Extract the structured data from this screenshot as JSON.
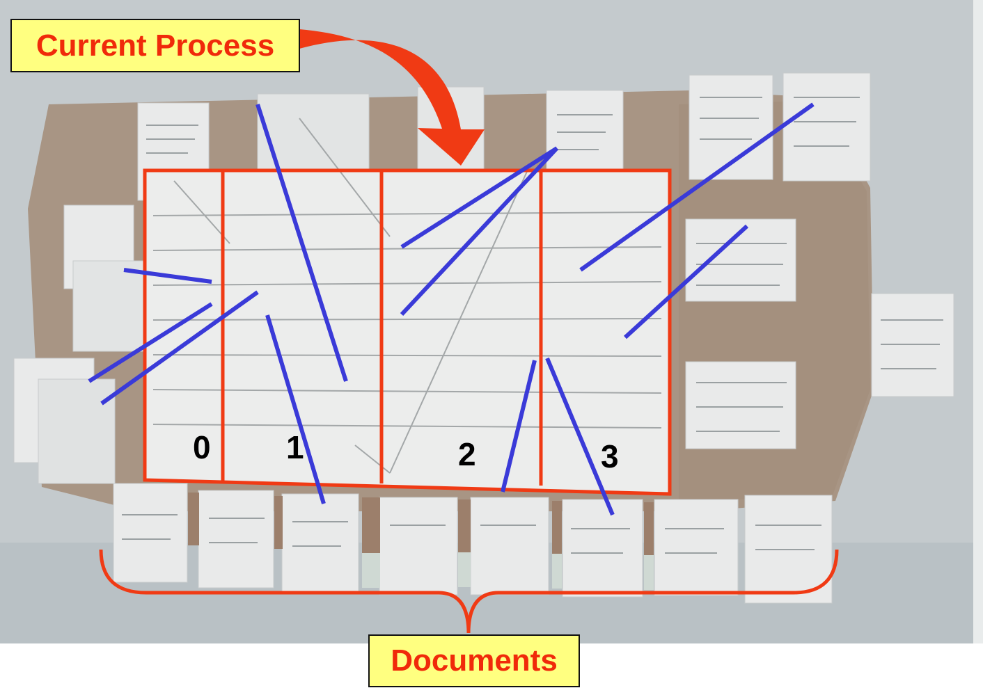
{
  "labels": {
    "current_process": "Current Process",
    "documents": "Documents"
  },
  "columns": [
    "0",
    "1",
    "2",
    "3"
  ],
  "colors": {
    "frame": "#f03a14",
    "link": "#3a3ad8",
    "callout_bg": "#ffff80",
    "callout_text": "#f02a0a",
    "corkboard": "#a89584",
    "wall": "#c4cacd"
  }
}
